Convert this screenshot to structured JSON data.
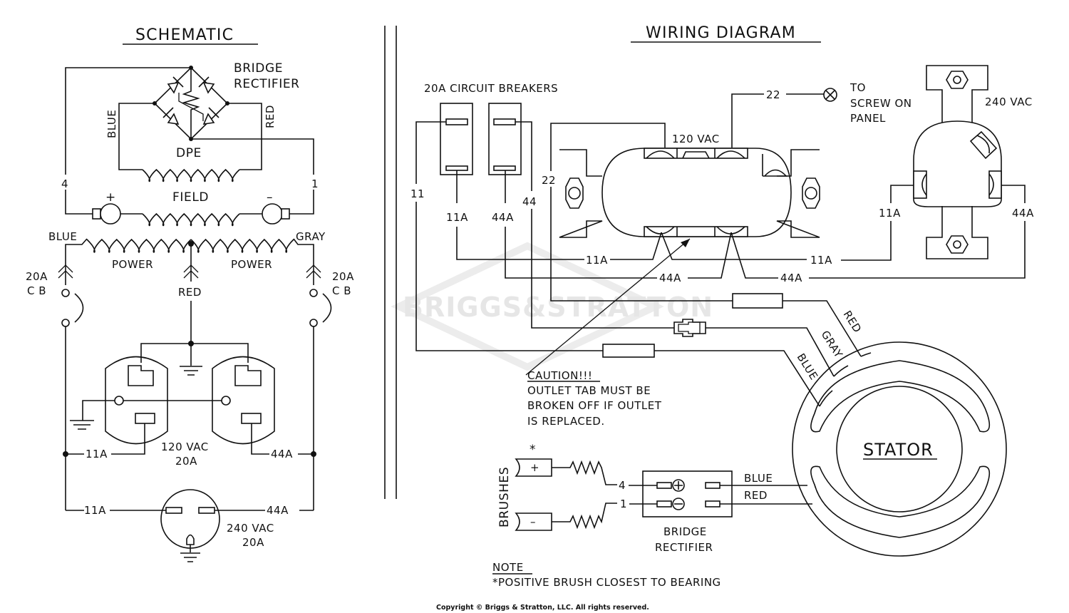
{
  "schematic": {
    "title": "SCHEMATIC",
    "bridge_rectifier_line1": "BRIDGE",
    "bridge_rectifier_line2": "RECTIFIER",
    "blue": "BLUE",
    "red": "RED",
    "dpe": "DPE",
    "terminal_4": "4",
    "terminal_1": "1",
    "plus": "+",
    "minus": "–",
    "field": "FIELD",
    "power_left_wire": "BLUE",
    "power_right_wire": "GRAY",
    "power_left": "POWER",
    "power_right": "POWER",
    "center_tap": "RED",
    "cb_left_line1": "20A",
    "cb_left_line2": "C B",
    "cb_right_line1": "20A",
    "cb_right_line2": "C B",
    "outlet_120_line1": "120  VAC",
    "outlet_120_line2": "20A",
    "wire_11a_upper": "11A",
    "wire_44a_upper": "44A",
    "wire_11a_lower": "11A",
    "wire_44a_lower": "44A",
    "outlet_240_line1": "240  VAC",
    "outlet_240_line2": "20A"
  },
  "wiring": {
    "title": "WIRING  DIAGRAM",
    "circuit_breakers": "20A  CIRCUIT  BREAKERS",
    "wire_11": "11",
    "wire_44": "44",
    "wire_22_left": "22",
    "wire_22_top": "22",
    "cb_11a": "11A",
    "cb_44a": "44A",
    "outlet_120": "120  VAC",
    "screw_line1": "TO",
    "screw_line2": "SCREW  ON",
    "screw_line3": "PANEL",
    "outlet_240": "240  VAC",
    "r240_11a": "11A",
    "r240_44a": "44A",
    "bus_11a_left": "11A",
    "bus_11a_right": "11A",
    "bus_44a_left": "44A",
    "bus_44a_right": "44A",
    "lead_red": "RED",
    "lead_gray": "GRAY",
    "lead_blue": "BLUE",
    "caution_title": "CAUTION!!!",
    "caution_line1": "OUTLET  TAB  MUST  BE",
    "caution_line2": "BROKEN  OFF  IF  OUTLET",
    "caution_line3": "IS  REPLACED.",
    "stator": "STATOR",
    "brushes": "BRUSHES",
    "brush_star": "*",
    "brush_plus": "+",
    "brush_minus": "–",
    "br_terminal_4": "4",
    "br_terminal_1": "1",
    "br_blue": "BLUE",
    "br_red": "RED",
    "bridge_line1": "BRIDGE",
    "bridge_line2": "RECTIFIER",
    "note_title": "NOTE",
    "note_text": "*POSITIVE  BRUSH  CLOSEST  TO  BEARING"
  },
  "watermark": "BRIGGS&STRATTON",
  "copyright": "Copyright © Briggs & Stratton, LLC. All rights reserved."
}
